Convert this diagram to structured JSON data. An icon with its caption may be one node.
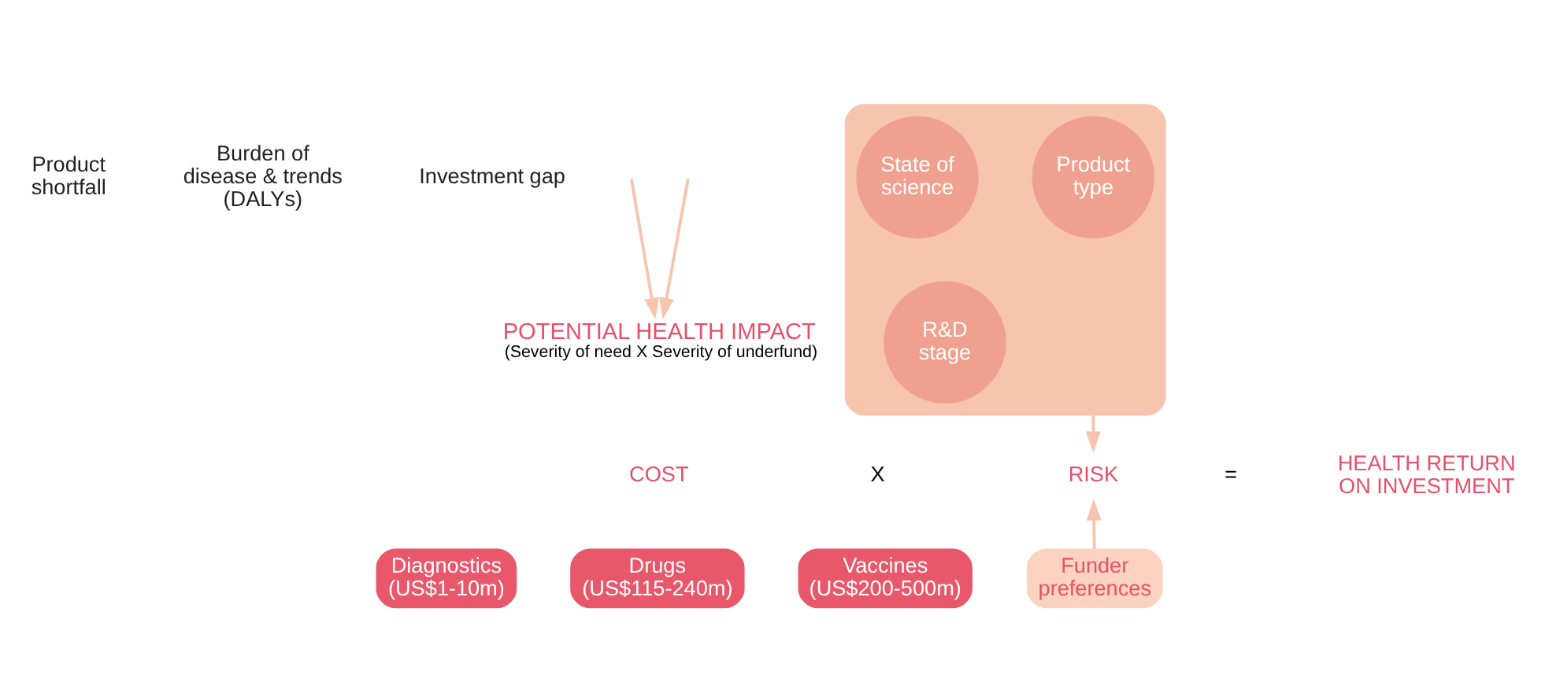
{
  "diagram": {
    "nodes": [
      {
        "text": [
          "Product shortfall"
        ]
      },
      {
        "text": [
          "Burden of disease & trends (DALYs)"
        ]
      },
      {
        "text": [
          "Investment gap"
        ]
      },
      {
        "text": [],
        "shape": "funnel"
      },
      {
        "text": [
          "Product type"
        ],
        "in": 3
      },
      {
        "text": [
          "State of science"
        ],
        "in": 3
      },
      {
        "text": [
          "R&D stage"
        ],
        "in": 3
      },
      {
        "text": [
          "POTENTIAL HEALTH IMPACT",
          "(Severity of need X Severity of underfund)"
        ]
      },
      {
        "text": [
          "COST"
        ]
      },
      {
        "text": [
          "Diagnostics (US$1-10m)"
        ]
      },
      {
        "text": [
          "Drugs (US$115-240m)"
        ]
      },
      {
        "text": [
          "Vaccines (US$200-500m)"
        ]
      },
      {
        "text": [
          "RISK"
        ]
      },
      {
        "text": [
          "Funder preferences"
        ]
      },
      {
        "text": [
          "HEALTH RETURN ON INVESTMENT"
        ]
      }
    ],
    "edges": [
      {
        "from": null,
        "to": 7,
        "arrow": "to"
      },
      {
        "from": null,
        "to": 7,
        "arrow": "to"
      },
      {
        "from": 3,
        "to": 12,
        "arrow": "to"
      },
      {
        "from": 13,
        "to": 12,
        "arrow": "to"
      }
    ],
    "labels": [
      "X",
      "="
    ]
  }
}
